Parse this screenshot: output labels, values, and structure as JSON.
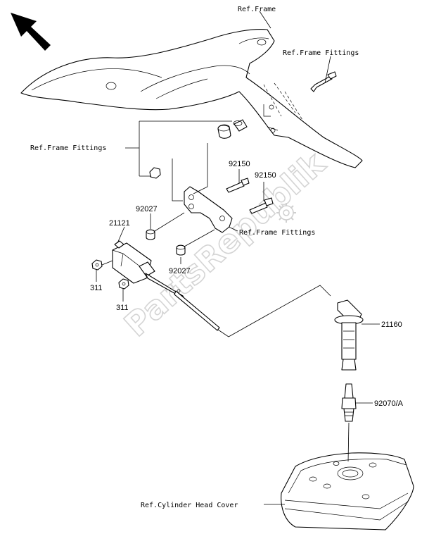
{
  "watermark": "PartsRepublik",
  "callouts": {
    "ref_frame": "Ref.Frame",
    "ref_frame_fittings_top": "Ref.Frame Fittings",
    "ref_frame_fittings_left": "Ref.Frame Fittings",
    "ref_frame_fittings_bracket": "Ref.Frame Fittings",
    "ref_cylinder_head_cover": "Ref.Cylinder Head Cover"
  },
  "part_numbers": {
    "bolt_upper": "92150",
    "bolt_lower": "92150",
    "collar_upper": "92027",
    "collar_lower": "92027",
    "ignition_coil": "21121",
    "nut_upper": "311",
    "nut_lower": "311",
    "plug_cap": "21160",
    "spark_plug": "92070/A"
  },
  "icons": {
    "direction_arrow": "front-direction-arrow-icon",
    "watermark_gear": "gear-icon"
  }
}
